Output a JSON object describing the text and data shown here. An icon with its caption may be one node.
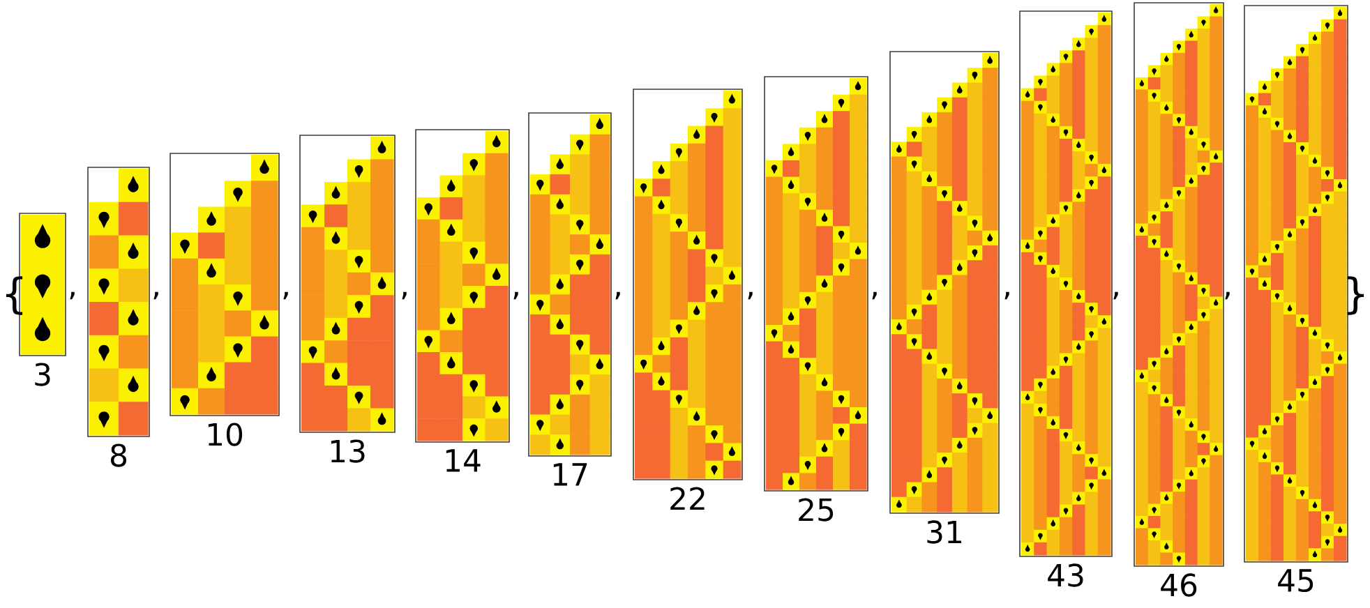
{
  "diagram": {
    "labels": [
      "{",
      "3",
      ",",
      "8",
      ",",
      "10",
      ",",
      "13",
      ",",
      "14",
      ",",
      "17",
      ",",
      "22",
      ",",
      "25",
      ",",
      "31",
      ",",
      "43",
      ",",
      "46",
      ",",
      "45",
      "}"
    ]
  }
}
